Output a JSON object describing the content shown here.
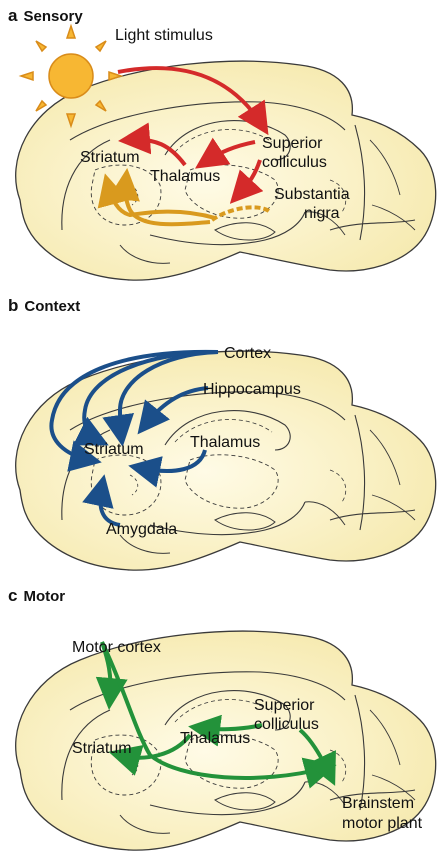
{
  "panel_a": {
    "letter": "a",
    "title": "Sensory",
    "labels": {
      "light": "Light stimulus",
      "striatum": "Striatum",
      "thalamus": "Thalamus",
      "superior": "Superior",
      "colliculus": "colliculus",
      "substantia": "Substantia",
      "nigra": "nigra"
    }
  },
  "panel_b": {
    "letter": "b",
    "title": "Context",
    "labels": {
      "cortex": "Cortex",
      "hippocampus": "Hippocampus",
      "striatum": "Striatum",
      "thalamus": "Thalamus",
      "amygdala": "Amygdala"
    }
  },
  "panel_c": {
    "letter": "c",
    "title": "Motor",
    "labels": {
      "motor_cortex": "Motor cortex",
      "striatum": "Striatum",
      "thalamus": "Thalamus",
      "superior": "Superior",
      "colliculus": "colliculus",
      "brainstem": "Brainstem",
      "motor_plant": "motor plant"
    }
  },
  "colors": {
    "brain_fill": "#f8f0bf",
    "brain_outline": "#3a3a3a",
    "sensory_arrow": "#d42a2a",
    "nigra_arrow": "#d99a1e",
    "context_arrow": "#1b4f8a",
    "motor_arrow": "#23923a",
    "sun": "#f7b733"
  }
}
